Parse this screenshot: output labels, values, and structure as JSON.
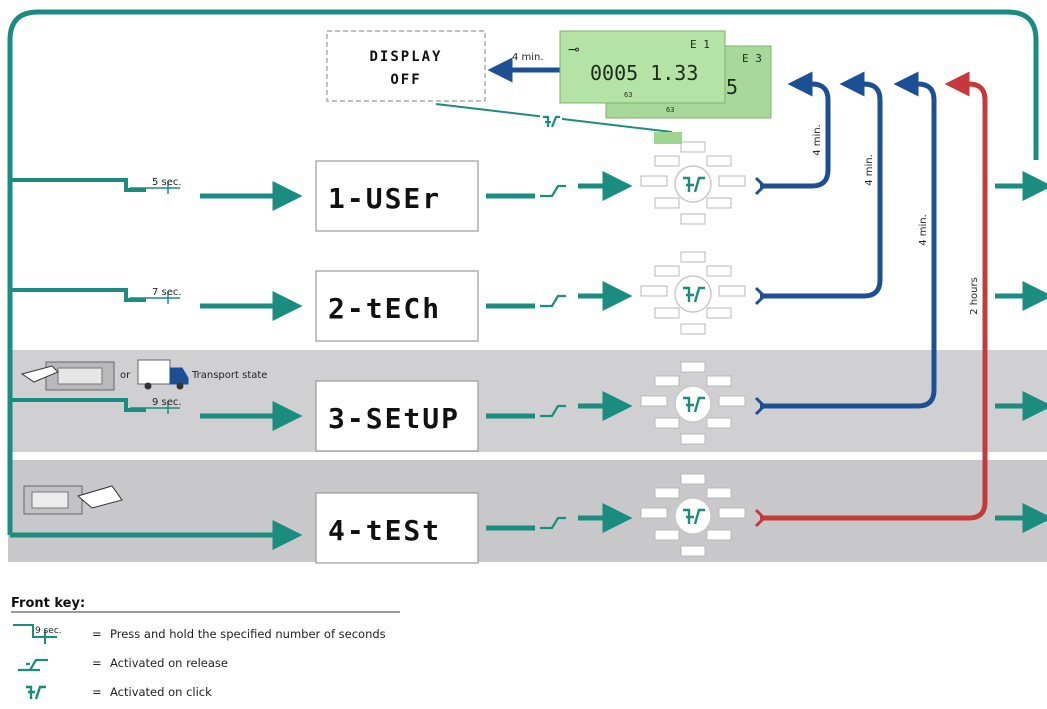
{
  "display_off": {
    "line1": "DISPLAY",
    "line2": "OFF",
    "timeout": "4 min."
  },
  "lcd": {
    "front_digits": "0005 1.33",
    "front_tag": "E 1",
    "back_digits": "05",
    "back_tag": "E 3",
    "front_sub": "63",
    "back_sub": "63"
  },
  "menus": [
    {
      "display": "1-USEr",
      "hold": "5 sec.",
      "return_label": "4 min.",
      "return_color": "blue"
    },
    {
      "display": "2-tECh",
      "hold": "7 sec.",
      "return_label": "4 min.",
      "return_color": "blue"
    },
    {
      "display": "3-SEtUP",
      "hold": "9 sec.",
      "return_label": "4 min.",
      "return_color": "blue"
    },
    {
      "display": "4-tESt",
      "hold": "",
      "return_label": "2 hours",
      "return_color": "red"
    }
  ],
  "setup_condition": {
    "or": "or",
    "transport": "Transport state"
  },
  "key": {
    "heading": "Front key:",
    "items": [
      {
        "symbol": "9 sec.",
        "eq": "=",
        "text": "Press and hold the specified number of seconds"
      },
      {
        "eq": "=",
        "text": "Activated on release"
      },
      {
        "eq": "=",
        "text": "Activated on click"
      }
    ]
  },
  "colors": {
    "teal": "#1a8c80",
    "blue": "#1c4f94",
    "red": "#c43a3a",
    "lcd_green": "#a9d99a",
    "band_gray": "#d0d0d2"
  }
}
